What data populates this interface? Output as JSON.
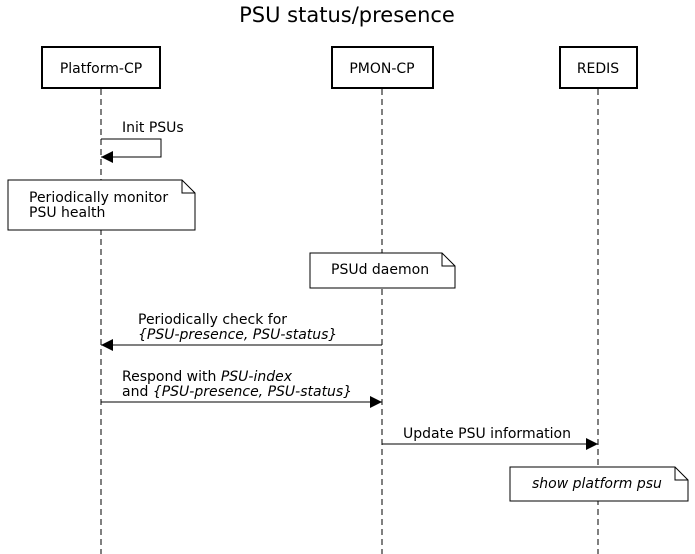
{
  "diagram": {
    "title": "PSU status/presence",
    "participants": [
      {
        "id": "platform",
        "label": "Platform-CP"
      },
      {
        "id": "pmon",
        "label": "PMON-CP"
      },
      {
        "id": "redis",
        "label": "REDIS"
      }
    ],
    "messages": [
      {
        "from": "platform",
        "to": "platform",
        "label": "Init PSUs"
      },
      {
        "from": "pmon",
        "to": "platform",
        "line1": "Periodically check for",
        "line2": "{PSU-presence, PSU-status}"
      },
      {
        "from": "platform",
        "to": "pmon",
        "line1_prefix": "Respond with ",
        "line1_em": "PSU-index",
        "line2_prefix": "and ",
        "line2_em": "{PSU-presence, PSU-status}"
      },
      {
        "from": "pmon",
        "to": "redis",
        "label": "Update PSU information"
      }
    ],
    "notes": [
      {
        "over": "platform",
        "line1": "Periodically monitor",
        "line2": "PSU health"
      },
      {
        "over": "pmon",
        "text": "PSUd daemon"
      },
      {
        "over": "redis",
        "text": "show platform psu"
      }
    ]
  }
}
